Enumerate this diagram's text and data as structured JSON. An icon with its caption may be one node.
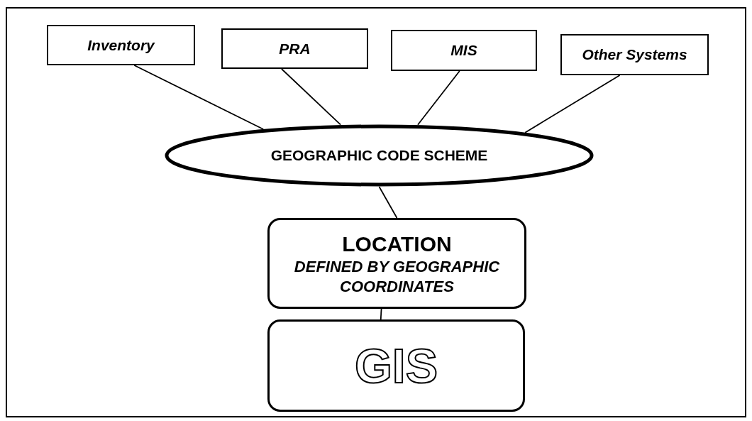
{
  "diagram": {
    "nodes": [
      {
        "text": [
          "Inventory"
        ]
      },
      {
        "text": [
          "PRA"
        ]
      },
      {
        "text": [
          "MIS"
        ]
      },
      {
        "text": [
          "Other Systems"
        ]
      },
      {
        "text": [
          "GEOGRAPHIC CODE SCHEME"
        ]
      },
      {
        "text": [
          "LOCATION",
          "DEFINED BY GEOGRAPHIC COORDINATES"
        ]
      },
      {
        "text": [
          "GIS"
        ]
      }
    ],
    "edges": [
      {
        "from": 0,
        "to": 4,
        "arrow": "none"
      },
      {
        "from": 1,
        "to": 4,
        "arrow": "none"
      },
      {
        "from": 2,
        "to": 4,
        "arrow": "none"
      },
      {
        "from": 3,
        "to": 4,
        "arrow": "none"
      },
      {
        "from": 4,
        "to": 5,
        "arrow": "none"
      },
      {
        "from": 5,
        "to": 6,
        "arrow": "none"
      }
    ]
  }
}
